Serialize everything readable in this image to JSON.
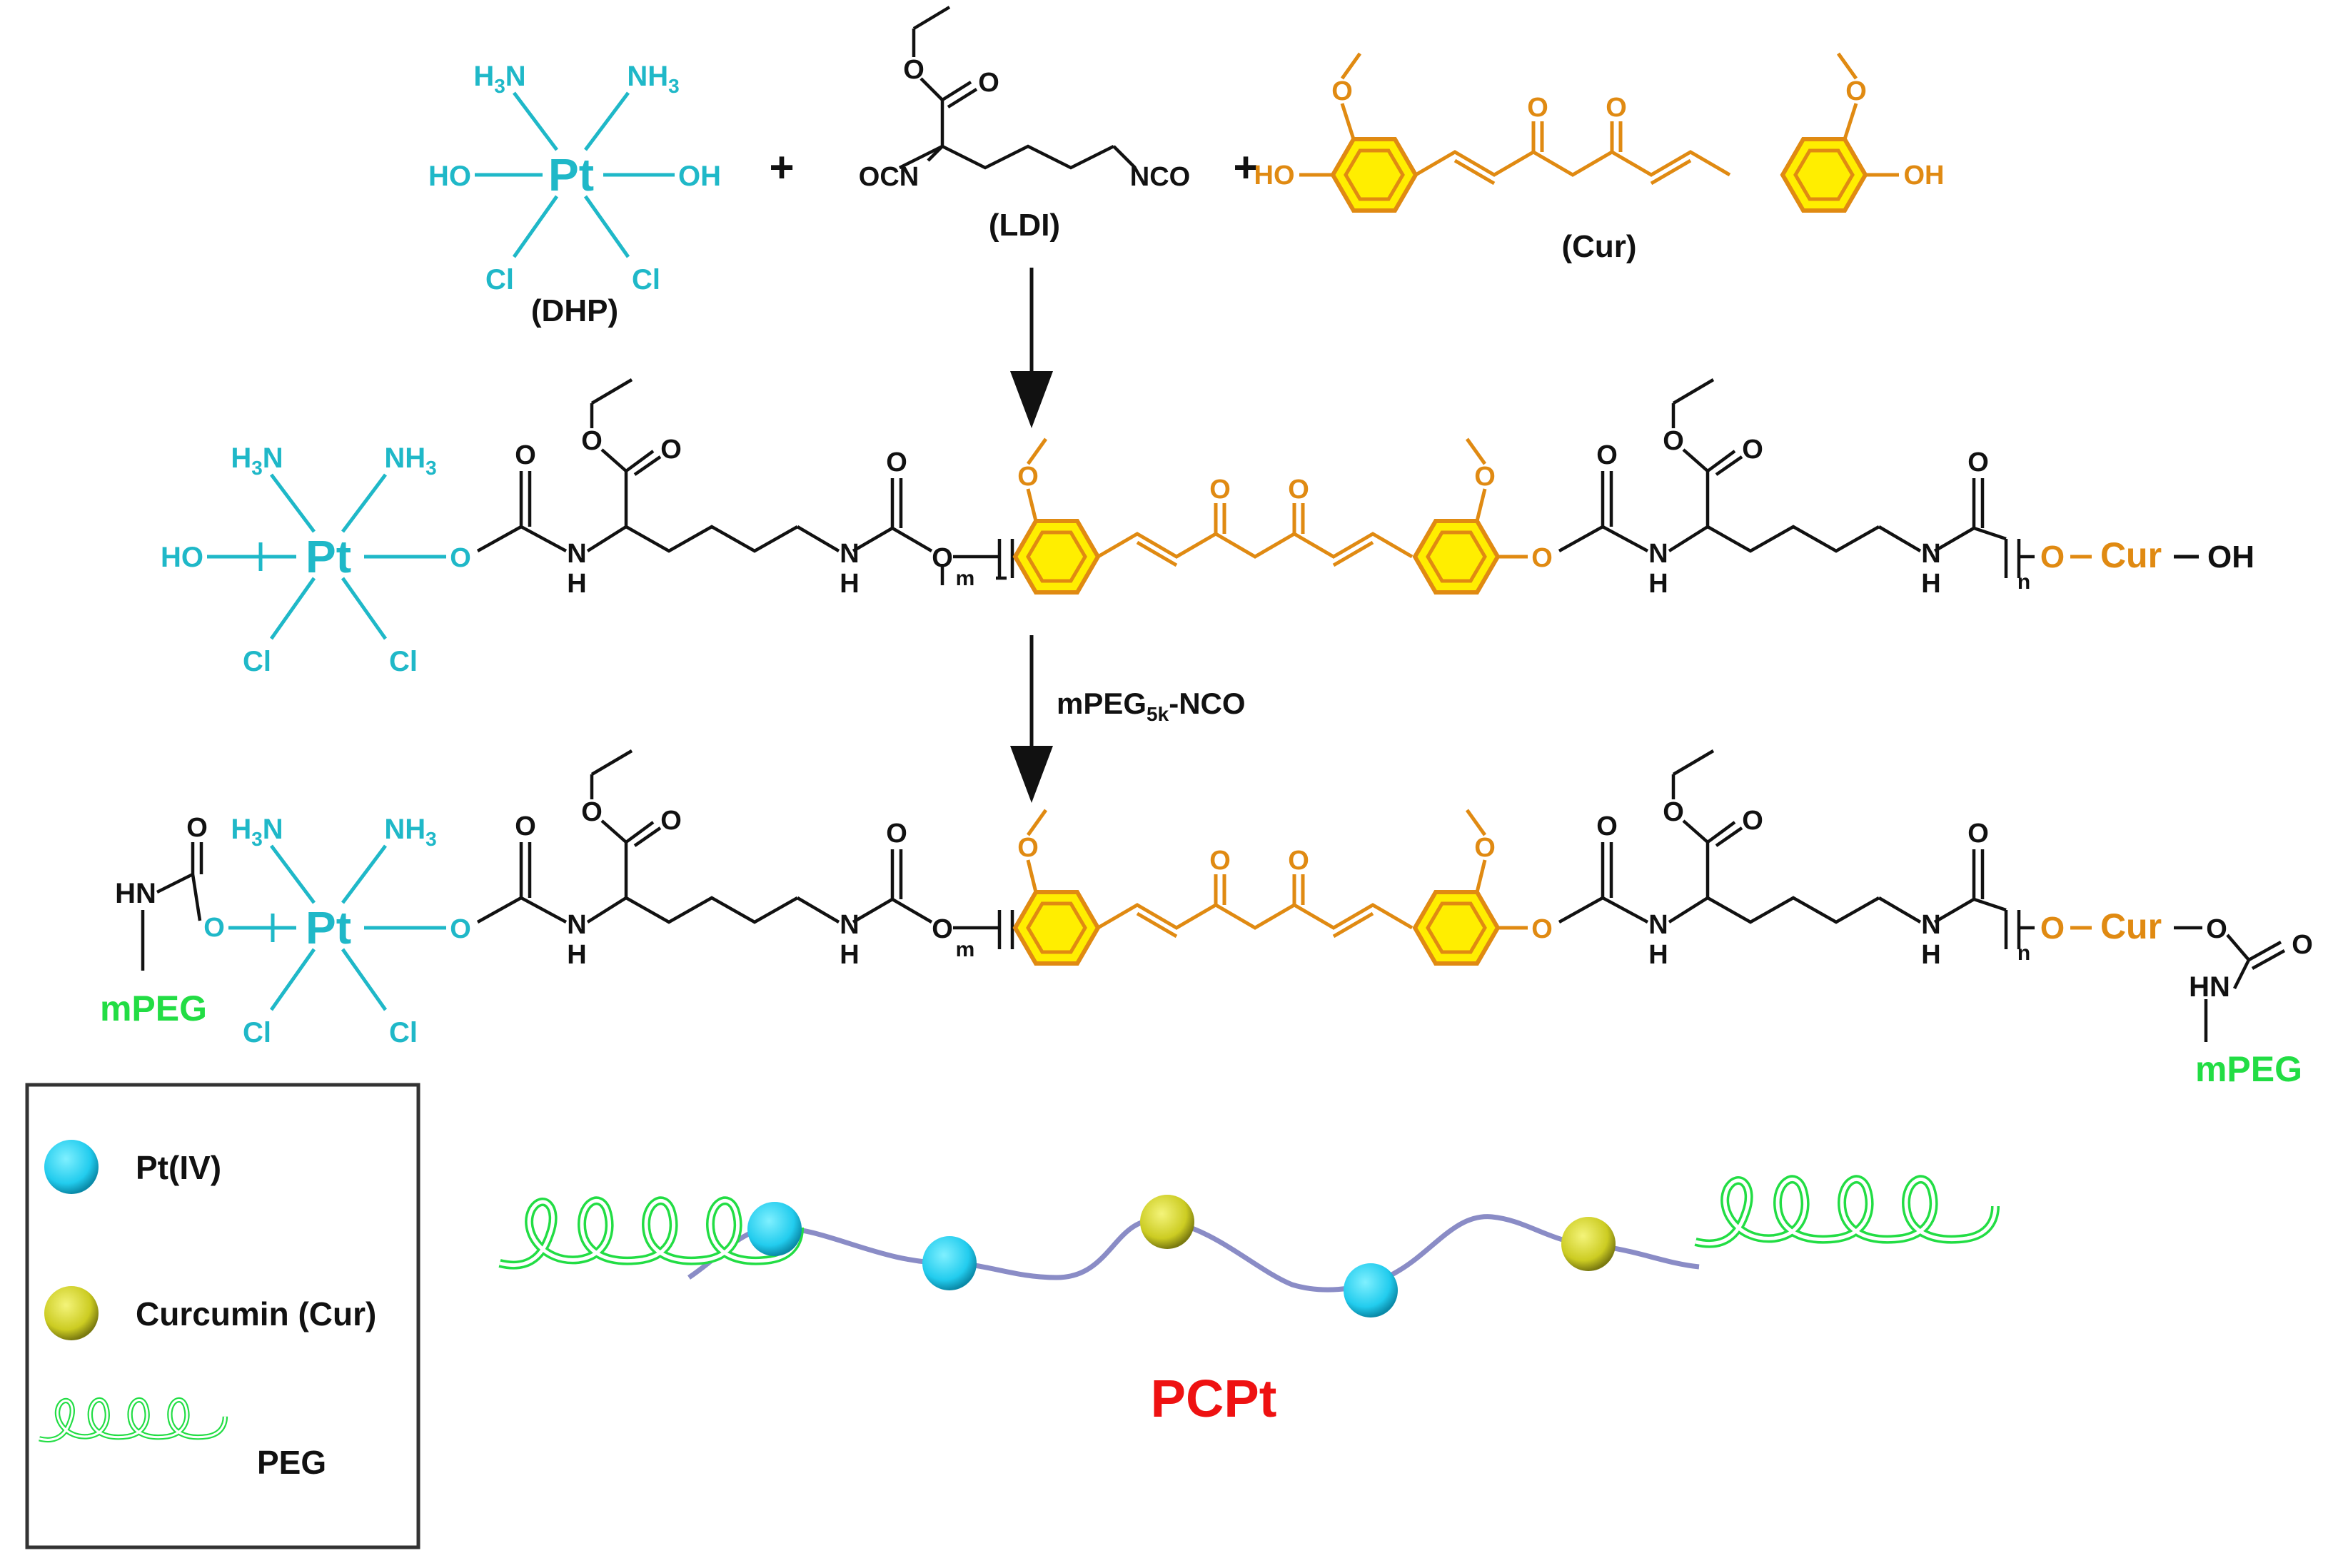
{
  "colors": {
    "pt": "#1fb8c8",
    "cur": "#e08a12",
    "ring_fill": "#ffee00",
    "peg": "#22dd44",
    "title": "#ee1111",
    "bond": "#111111",
    "chain": "#8a8cc6",
    "pt_bead": "#22ccee",
    "cur_bead": "#cccc22"
  },
  "reactants": {
    "dhp_label": "(DHP)",
    "ldi_label": "(LDI)",
    "cur_label": "(Cur)",
    "plus": "+",
    "pt": "Pt",
    "h3n": "H3N",
    "nh3": "NH3",
    "ho": "HO",
    "oh": "OH",
    "cl": "Cl",
    "ocn": "OCN",
    "nco": "NCO",
    "o": "O"
  },
  "polymer": {
    "ho_end": "HO",
    "oh_end": "OH",
    "cur_text": "Cur",
    "m": "m",
    "n": "n",
    "nh": "N",
    "h": "H",
    "o": "O"
  },
  "reaction": {
    "reagent": "mPEG",
    "reagent_sub": "5k",
    "reagent_tail": "-NCO"
  },
  "product": {
    "hn": "HN",
    "mpeg": "mPEG"
  },
  "legend": {
    "pt_label": "Pt(IV)",
    "cur_label": "Curcumin (Cur)",
    "peg_label": "PEG"
  },
  "title": "PCPt"
}
